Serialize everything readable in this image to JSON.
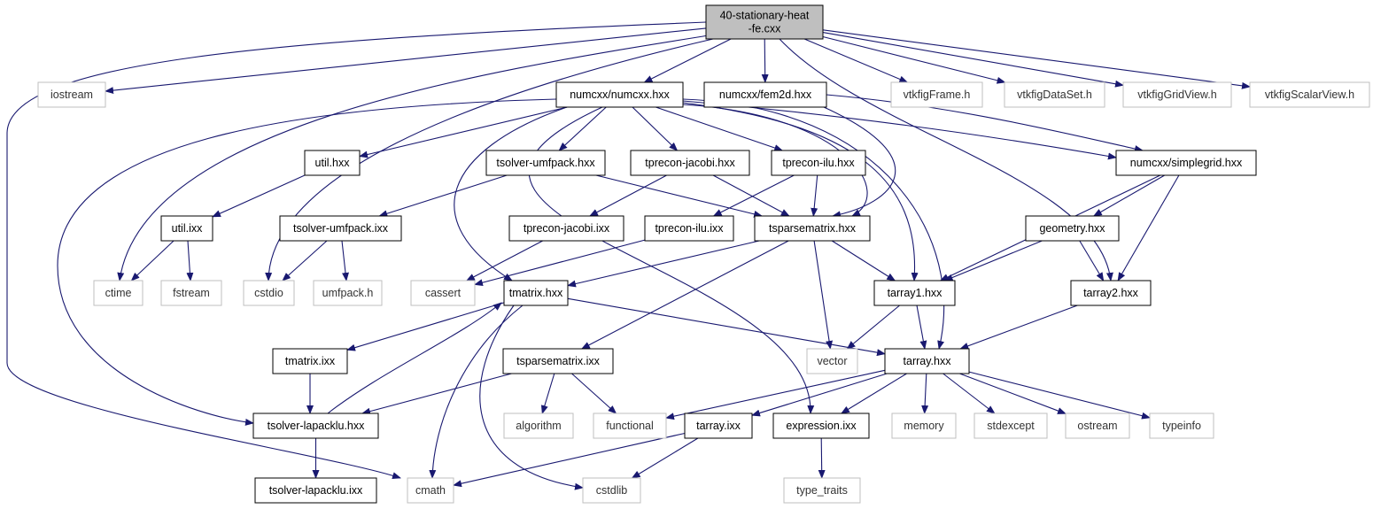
{
  "title": "40-stationary-heat-fe.cxx include dependency graph",
  "colors": {
    "edge": "#191970",
    "root_fill": "#bfbfbf",
    "documented_border": "#000000",
    "external_border": "#bfbfbf",
    "documented_text": "#000000",
    "external_text": "#333333"
  },
  "nodes": [
    {
      "id": "root",
      "lines": [
        "40-stationary-heat",
        "-fe.cxx"
      ],
      "kind": "root"
    },
    {
      "id": "iostream",
      "lines": [
        "iostream"
      ],
      "kind": "external"
    },
    {
      "id": "numcxx",
      "lines": [
        "numcxx/numcxx.hxx"
      ],
      "kind": "documented"
    },
    {
      "id": "fem2d",
      "lines": [
        "numcxx/fem2d.hxx"
      ],
      "kind": "documented"
    },
    {
      "id": "vtkfigFrame",
      "lines": [
        "vtkfigFrame.h"
      ],
      "kind": "external"
    },
    {
      "id": "vtkfigDataSet",
      "lines": [
        "vtkfigDataSet.h"
      ],
      "kind": "external"
    },
    {
      "id": "vtkfigGridView",
      "lines": [
        "vtkfigGridView.h"
      ],
      "kind": "external"
    },
    {
      "id": "vtkfigScalarView",
      "lines": [
        "vtkfigScalarView.h"
      ],
      "kind": "external"
    },
    {
      "id": "util_hxx",
      "lines": [
        "util.hxx"
      ],
      "kind": "documented"
    },
    {
      "id": "tsolver_umfpack_hxx",
      "lines": [
        "tsolver-umfpack.hxx"
      ],
      "kind": "documented"
    },
    {
      "id": "tprecon_jacobi_hxx",
      "lines": [
        "tprecon-jacobi.hxx"
      ],
      "kind": "documented"
    },
    {
      "id": "tprecon_ilu_hxx",
      "lines": [
        "tprecon-ilu.hxx"
      ],
      "kind": "documented"
    },
    {
      "id": "simplegrid",
      "lines": [
        "numcxx/simplegrid.hxx"
      ],
      "kind": "documented"
    },
    {
      "id": "util_ixx",
      "lines": [
        "util.ixx"
      ],
      "kind": "documented"
    },
    {
      "id": "tsolver_umfpack_ixx",
      "lines": [
        "tsolver-umfpack.ixx"
      ],
      "kind": "documented"
    },
    {
      "id": "tprecon_jacobi_ixx",
      "lines": [
        "tprecon-jacobi.ixx"
      ],
      "kind": "documented"
    },
    {
      "id": "tprecon_ilu_ixx",
      "lines": [
        "tprecon-ilu.ixx"
      ],
      "kind": "documented"
    },
    {
      "id": "tsparsematrix_hxx",
      "lines": [
        "tsparsematrix.hxx"
      ],
      "kind": "documented"
    },
    {
      "id": "geometry",
      "lines": [
        "geometry.hxx"
      ],
      "kind": "documented"
    },
    {
      "id": "ctime",
      "lines": [
        "ctime"
      ],
      "kind": "external"
    },
    {
      "id": "fstream",
      "lines": [
        "fstream"
      ],
      "kind": "external"
    },
    {
      "id": "cstdio",
      "lines": [
        "cstdio"
      ],
      "kind": "external"
    },
    {
      "id": "umfpack",
      "lines": [
        "umfpack.h"
      ],
      "kind": "external"
    },
    {
      "id": "cassert",
      "lines": [
        "cassert"
      ],
      "kind": "external"
    },
    {
      "id": "tmatrix_hxx",
      "lines": [
        "tmatrix.hxx"
      ],
      "kind": "documented"
    },
    {
      "id": "tarray1",
      "lines": [
        "tarray1.hxx"
      ],
      "kind": "documented"
    },
    {
      "id": "tarray2",
      "lines": [
        "tarray2.hxx"
      ],
      "kind": "documented"
    },
    {
      "id": "tmatrix_ixx",
      "lines": [
        "tmatrix.ixx"
      ],
      "kind": "documented"
    },
    {
      "id": "tsparsematrix_ixx",
      "lines": [
        "tsparsematrix.ixx"
      ],
      "kind": "documented"
    },
    {
      "id": "vector",
      "lines": [
        "vector"
      ],
      "kind": "external"
    },
    {
      "id": "tarray_hxx",
      "lines": [
        "tarray.hxx"
      ],
      "kind": "documented"
    },
    {
      "id": "tsolver_lapacklu_hxx",
      "lines": [
        "tsolver-lapacklu.hxx"
      ],
      "kind": "documented"
    },
    {
      "id": "algorithm",
      "lines": [
        "algorithm"
      ],
      "kind": "external"
    },
    {
      "id": "functional",
      "lines": [
        "functional"
      ],
      "kind": "external"
    },
    {
      "id": "tarray_ixx",
      "lines": [
        "tarray.ixx"
      ],
      "kind": "documented"
    },
    {
      "id": "expression",
      "lines": [
        "expression.ixx"
      ],
      "kind": "documented"
    },
    {
      "id": "memory",
      "lines": [
        "memory"
      ],
      "kind": "external"
    },
    {
      "id": "stdexcept",
      "lines": [
        "stdexcept"
      ],
      "kind": "external"
    },
    {
      "id": "ostream",
      "lines": [
        "ostream"
      ],
      "kind": "external"
    },
    {
      "id": "typeinfo",
      "lines": [
        "typeinfo"
      ],
      "kind": "external"
    },
    {
      "id": "tsolver_lapacklu_ixx",
      "lines": [
        "tsolver-lapacklu.ixx"
      ],
      "kind": "documented"
    },
    {
      "id": "cmath",
      "lines": [
        "cmath"
      ],
      "kind": "external"
    },
    {
      "id": "cstdlib",
      "lines": [
        "cstdlib"
      ],
      "kind": "external"
    },
    {
      "id": "type_traits",
      "lines": [
        "type_traits"
      ],
      "kind": "external"
    }
  ],
  "edges": [
    [
      "root",
      "iostream"
    ],
    [
      "root",
      "numcxx"
    ],
    [
      "root",
      "fem2d"
    ],
    [
      "root",
      "vtkfigFrame"
    ],
    [
      "root",
      "vtkfigDataSet"
    ],
    [
      "root",
      "vtkfigGridView"
    ],
    [
      "root",
      "vtkfigScalarView"
    ],
    [
      "root",
      "ctime"
    ],
    [
      "root",
      "cstdio"
    ],
    [
      "root",
      "cmath"
    ],
    [
      "root",
      "tarray2"
    ],
    [
      "numcxx",
      "util_hxx"
    ],
    [
      "numcxx",
      "tsolver_umfpack_hxx"
    ],
    [
      "numcxx",
      "tprecon_jacobi_hxx"
    ],
    [
      "numcxx",
      "tprecon_ilu_hxx"
    ],
    [
      "numcxx",
      "simplegrid"
    ],
    [
      "numcxx",
      "tsparsematrix_hxx"
    ],
    [
      "numcxx",
      "tarray1"
    ],
    [
      "numcxx",
      "tarray_hxx"
    ],
    [
      "numcxx",
      "tmatrix_hxx"
    ],
    [
      "numcxx",
      "tsolver_lapacklu_hxx"
    ],
    [
      "numcxx",
      "expression"
    ],
    [
      "fem2d",
      "simplegrid"
    ],
    [
      "fem2d",
      "tsparsematrix_hxx"
    ],
    [
      "util_hxx",
      "util_ixx"
    ],
    [
      "util_ixx",
      "ctime"
    ],
    [
      "util_ixx",
      "fstream"
    ],
    [
      "tsolver_umfpack_hxx",
      "tsolver_umfpack_ixx"
    ],
    [
      "tsolver_umfpack_hxx",
      "tsparsematrix_hxx"
    ],
    [
      "tsolver_umfpack_ixx",
      "cstdio"
    ],
    [
      "tsolver_umfpack_ixx",
      "umfpack"
    ],
    [
      "tprecon_jacobi_hxx",
      "tprecon_jacobi_ixx"
    ],
    [
      "tprecon_jacobi_hxx",
      "tsparsematrix_hxx"
    ],
    [
      "tprecon_jacobi_ixx",
      "cassert"
    ],
    [
      "tprecon_ilu_hxx",
      "tprecon_ilu_ixx"
    ],
    [
      "tprecon_ilu_hxx",
      "tsparsematrix_hxx"
    ],
    [
      "tprecon_ilu_ixx",
      "cassert"
    ],
    [
      "simplegrid",
      "geometry"
    ],
    [
      "simplegrid",
      "tarray1"
    ],
    [
      "simplegrid",
      "tarray2"
    ],
    [
      "geometry",
      "tarray1"
    ],
    [
      "geometry",
      "tarray2"
    ],
    [
      "tsparsematrix_hxx",
      "tmatrix_hxx"
    ],
    [
      "tsparsematrix_hxx",
      "tarray1"
    ],
    [
      "tsparsematrix_hxx",
      "vector"
    ],
    [
      "tsparsematrix_hxx",
      "tsparsematrix_ixx"
    ],
    [
      "tarray1",
      "vector"
    ],
    [
      "tarray1",
      "tarray_hxx"
    ],
    [
      "tarray2",
      "tarray_hxx"
    ],
    [
      "tmatrix_hxx",
      "tarray_hxx"
    ],
    [
      "tmatrix_hxx",
      "tmatrix_ixx"
    ],
    [
      "tmatrix_hxx",
      "cmath"
    ],
    [
      "tmatrix_hxx",
      "cstdlib"
    ],
    [
      "tmatrix_ixx",
      "tsolver_lapacklu_hxx"
    ],
    [
      "tsolver_lapacklu_hxx",
      "tmatrix_hxx"
    ],
    [
      "tsolver_lapacklu_hxx",
      "tsolver_lapacklu_ixx"
    ],
    [
      "tsparsematrix_ixx",
      "tsolver_lapacklu_hxx"
    ],
    [
      "tsparsematrix_ixx",
      "algorithm"
    ],
    [
      "tsparsematrix_ixx",
      "functional"
    ],
    [
      "tarray_hxx",
      "functional"
    ],
    [
      "tarray_hxx",
      "tarray_ixx"
    ],
    [
      "tarray_hxx",
      "expression"
    ],
    [
      "tarray_hxx",
      "memory"
    ],
    [
      "tarray_hxx",
      "stdexcept"
    ],
    [
      "tarray_hxx",
      "ostream"
    ],
    [
      "tarray_hxx",
      "typeinfo"
    ],
    [
      "tarray_ixx",
      "cmath"
    ],
    [
      "tarray_ixx",
      "cstdlib"
    ],
    [
      "expression",
      "type_traits"
    ]
  ]
}
